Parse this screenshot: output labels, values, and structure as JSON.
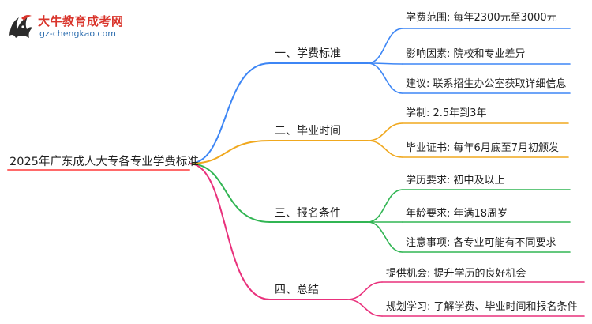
{
  "logo": {
    "icon": "bull-mascot-icon",
    "title": "大牛教育成考网",
    "url": "gz-chengkao.com"
  },
  "root": "2025年广东成人大专各专业学费标准",
  "colors": {
    "root_line": "#ff6a6a",
    "branch_1": "#3d86f5",
    "branch_2": "#f0a81e",
    "branch_3": "#31b553",
    "branch_4": "#e9317c"
  },
  "branches": [
    {
      "label": "一、学费标准",
      "leaves": [
        "学费范围: 每年2300元至3000元",
        "影响因素: 院校和专业差异",
        "建议: 联系招生办公室获取详细信息"
      ]
    },
    {
      "label": "二、毕业时间",
      "leaves": [
        "学制: 2.5年到3年",
        "毕业证书: 每年6月底至7月初颁发"
      ]
    },
    {
      "label": "三、报名条件",
      "leaves": [
        "学历要求: 初中及以上",
        "年龄要求: 年满18周岁",
        "注意事项: 各专业可能有不同要求"
      ]
    },
    {
      "label": "四、总结",
      "leaves": [
        "提供机会: 提升学历的良好机会",
        "规划学习: 了解学费、毕业时间和报名条件"
      ]
    }
  ]
}
